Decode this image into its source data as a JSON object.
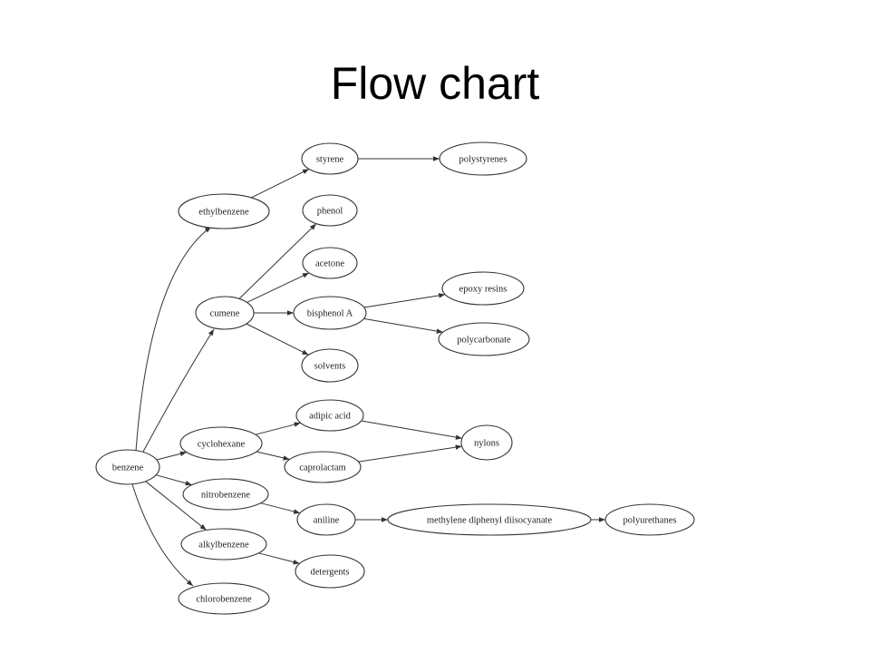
{
  "slide": {
    "title": "Flow chart"
  },
  "diagram": {
    "line_color": "#333333",
    "nodes": [
      {
        "id": "benzene",
        "label": "benzene"
      },
      {
        "id": "ethylbenzene",
        "label": "ethylbenzene"
      },
      {
        "id": "styrene",
        "label": "styrene"
      },
      {
        "id": "polystyrenes",
        "label": "polystyrenes"
      },
      {
        "id": "phenol",
        "label": "phenol"
      },
      {
        "id": "acetone",
        "label": "acetone"
      },
      {
        "id": "cumene",
        "label": "cumene"
      },
      {
        "id": "bisphenol_a",
        "label": "bisphenol A"
      },
      {
        "id": "epoxy_resins",
        "label": "epoxy resins"
      },
      {
        "id": "polycarbonate",
        "label": "polycarbonate"
      },
      {
        "id": "solvents",
        "label": "solvents"
      },
      {
        "id": "cyclohexane",
        "label": "cyclohexane"
      },
      {
        "id": "adipic_acid",
        "label": "adipic acid"
      },
      {
        "id": "caprolactam",
        "label": "caprolactam"
      },
      {
        "id": "nylons",
        "label": "nylons"
      },
      {
        "id": "nitrobenzene",
        "label": "nitrobenzene"
      },
      {
        "id": "aniline",
        "label": "aniline"
      },
      {
        "id": "mdi",
        "label": "methylene diphenyl diisocyanate"
      },
      {
        "id": "polyurethanes",
        "label": "polyurethanes"
      },
      {
        "id": "alkylbenzene",
        "label": "alkylbenzene"
      },
      {
        "id": "detergents",
        "label": "detergents"
      },
      {
        "id": "chlorobenzene",
        "label": "chlorobenzene"
      }
    ],
    "edges": [
      {
        "from": "benzene",
        "to": "ethylbenzene"
      },
      {
        "from": "benzene",
        "to": "cumene"
      },
      {
        "from": "benzene",
        "to": "cyclohexane"
      },
      {
        "from": "benzene",
        "to": "nitrobenzene"
      },
      {
        "from": "benzene",
        "to": "alkylbenzene"
      },
      {
        "from": "benzene",
        "to": "chlorobenzene"
      },
      {
        "from": "ethylbenzene",
        "to": "styrene"
      },
      {
        "from": "styrene",
        "to": "polystyrenes"
      },
      {
        "from": "cumene",
        "to": "phenol"
      },
      {
        "from": "cumene",
        "to": "acetone"
      },
      {
        "from": "cumene",
        "to": "bisphenol_a"
      },
      {
        "from": "cumene",
        "to": "solvents"
      },
      {
        "from": "bisphenol_a",
        "to": "epoxy_resins"
      },
      {
        "from": "bisphenol_a",
        "to": "polycarbonate"
      },
      {
        "from": "cyclohexane",
        "to": "adipic_acid"
      },
      {
        "from": "cyclohexane",
        "to": "caprolactam"
      },
      {
        "from": "adipic_acid",
        "to": "nylons"
      },
      {
        "from": "caprolactam",
        "to": "nylons"
      },
      {
        "from": "nitrobenzene",
        "to": "aniline"
      },
      {
        "from": "aniline",
        "to": "mdi"
      },
      {
        "from": "mdi",
        "to": "polyurethanes"
      },
      {
        "from": "alkylbenzene",
        "to": "detergents"
      }
    ]
  }
}
